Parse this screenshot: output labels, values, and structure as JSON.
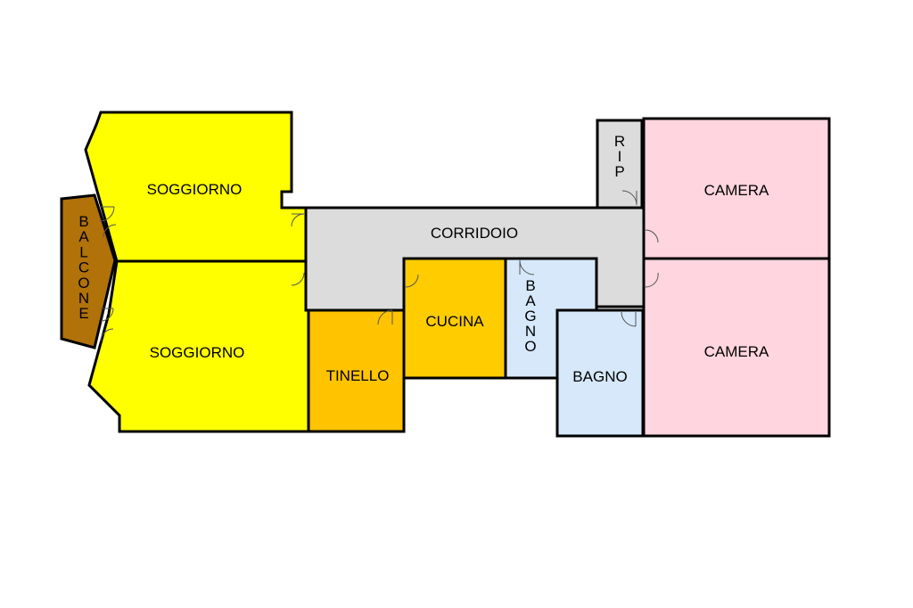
{
  "colors": {
    "soggiorno": "#ffff00",
    "balcone": "#b07209",
    "corridoio": "#dcdcdc",
    "tinello": "#ffc300",
    "cucina": "#ffcc00",
    "bagno": "#d6e8fa",
    "rip": "#dcdcdc",
    "camera": "#ffd5df",
    "wall": "#000000"
  },
  "rooms": {
    "soggiorno_1": "SOGGIORNO",
    "soggiorno_2": "SOGGIORNO",
    "balcone": [
      "B",
      "A",
      "L",
      "C",
      "O",
      "N",
      "E"
    ],
    "corridoio": "CORRIDOIO",
    "tinello": "TINELLO",
    "cucina": "CUCINA",
    "bagno_small": [
      "B",
      "A",
      "G",
      "N",
      "O"
    ],
    "bagno": "BAGNO",
    "rip": [
      "R",
      "I",
      "P"
    ],
    "camera_1": "CAMERA",
    "camera_2": "CAMERA"
  }
}
